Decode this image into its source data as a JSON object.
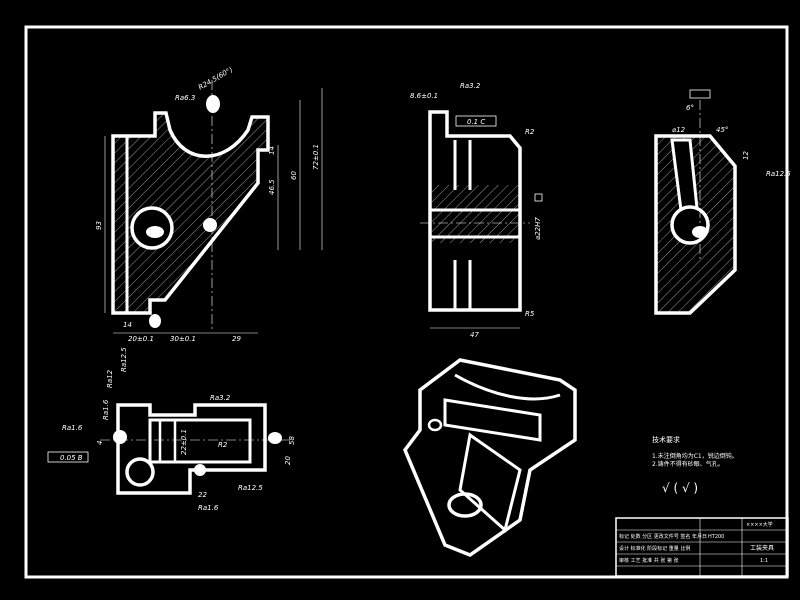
{
  "front_view": {
    "rough_top": "Ra6.3",
    "angle_top": "R24.5(60°)",
    "dim_height_total": "72±0.1",
    "dim_60": "60",
    "dim_46_5": "46.5",
    "dim_14": "14",
    "dim_left_93": "93",
    "dim_14_bottom": "14",
    "dim_20": "20±0.1",
    "dim_30": "30±0.1",
    "dim_29": "29"
  },
  "side_view": {
    "dim_top": "8.6±0.1",
    "rough": "Ra3.2",
    "tolerance": "0.1 C",
    "radius_r2": "R2",
    "radius_r5": "R5",
    "dim_bore": "⌀22H7",
    "dim_47": "47"
  },
  "right_view": {
    "dim_angle": "6°",
    "dim_12": "12",
    "dim_45": "45°",
    "dim_r12": "⌀12",
    "rough": "Ra12.5"
  },
  "plan_view": {
    "rough_1": "Ra12",
    "rough_2": "Ra12.5",
    "rough_3": "Ra1.6",
    "rough_4": "Ra3.2",
    "rough_5": "Ra12.5",
    "rough_6": "Ra1.6",
    "rough_7": "Ra1.6",
    "dim_tol": "0.05 B",
    "dim_22": "22±0.1",
    "dim_58": "58",
    "dim_r2": "R2",
    "dim_20": "20",
    "dim_4": "4",
    "dim_22b": "22"
  },
  "notes": {
    "title": "技术要求",
    "line1": "1.未注倒角均为C1，锐边倒钝。",
    "line2": "2.铸件不得有砂眼、气孔。",
    "roughness_symbol": "√ ( √ )"
  },
  "title_block": {
    "school": "××××大学",
    "drawing_name": "工装夹具",
    "material": "HT200",
    "scale": "1:1",
    "row_a": "标记 处数 分区 更改文件号 签名 年月日",
    "row_b": "设计 标准化 阶段标记 重量 比例",
    "row_c": "审核 工艺 批准 共 张 第 张"
  }
}
